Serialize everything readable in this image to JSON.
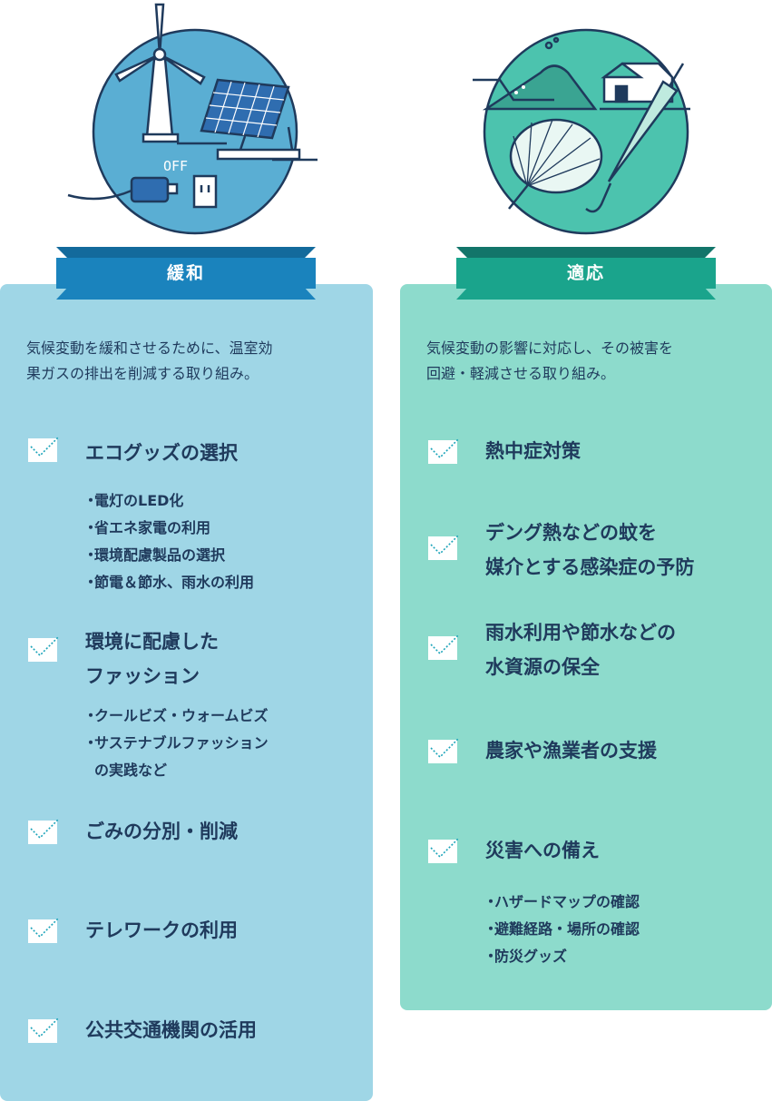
{
  "left": {
    "label": "緩和",
    "lead_lines": [
      "気候変動を緩和させるために、温室効",
      "果ガスの排出を削減する取り組み。"
    ],
    "illustration_text": "OFF",
    "items": [
      {
        "title_lines": [
          "エコグッズの選択"
        ],
        "bullets": [
          "電灯のLED化",
          "省エネ家電の利用",
          "環境配慮製品の選択",
          "節電＆節水、雨水の利用"
        ]
      },
      {
        "title_lines": [
          "環境に配慮した",
          "ファッション"
        ],
        "bullets": [
          "クールビズ・ウォームビズ",
          "サステナブルファッション",
          "の実践など"
        ]
      },
      {
        "title_lines": [
          "ごみの分別・削減"
        ]
      },
      {
        "title_lines": [
          "テレワークの利用"
        ]
      },
      {
        "title_lines": [
          "公共交通機関の活用"
        ]
      }
    ]
  },
  "right": {
    "label": "適応",
    "lead_lines": [
      "気候変動の影響に対応し、その被害を",
      "回避・軽減させる取り組み。"
    ],
    "items": [
      {
        "title_lines": [
          "熱中症対策"
        ]
      },
      {
        "title_lines": [
          "デング熱などの蚊を",
          "媒介とする感染症の予防"
        ]
      },
      {
        "title_lines": [
          "雨水利用や節水などの",
          "水資源の保全"
        ]
      },
      {
        "title_lines": [
          "農家や漁業者の支援"
        ]
      },
      {
        "title_lines": [
          "災害への備え"
        ],
        "bullets": [
          "ハザードマップの確認",
          "避難経路・場所の確認",
          "防災グッズ"
        ]
      }
    ]
  },
  "colors": {
    "left_panel": "#9fd6e6",
    "right_panel": "#8ddbcc",
    "left_ribbon": "#1a83bd",
    "left_ribbon_dark": "#136a9c",
    "right_ribbon": "#1aa48c",
    "right_ribbon_dark": "#12756a",
    "text": "#1f3a5c"
  }
}
